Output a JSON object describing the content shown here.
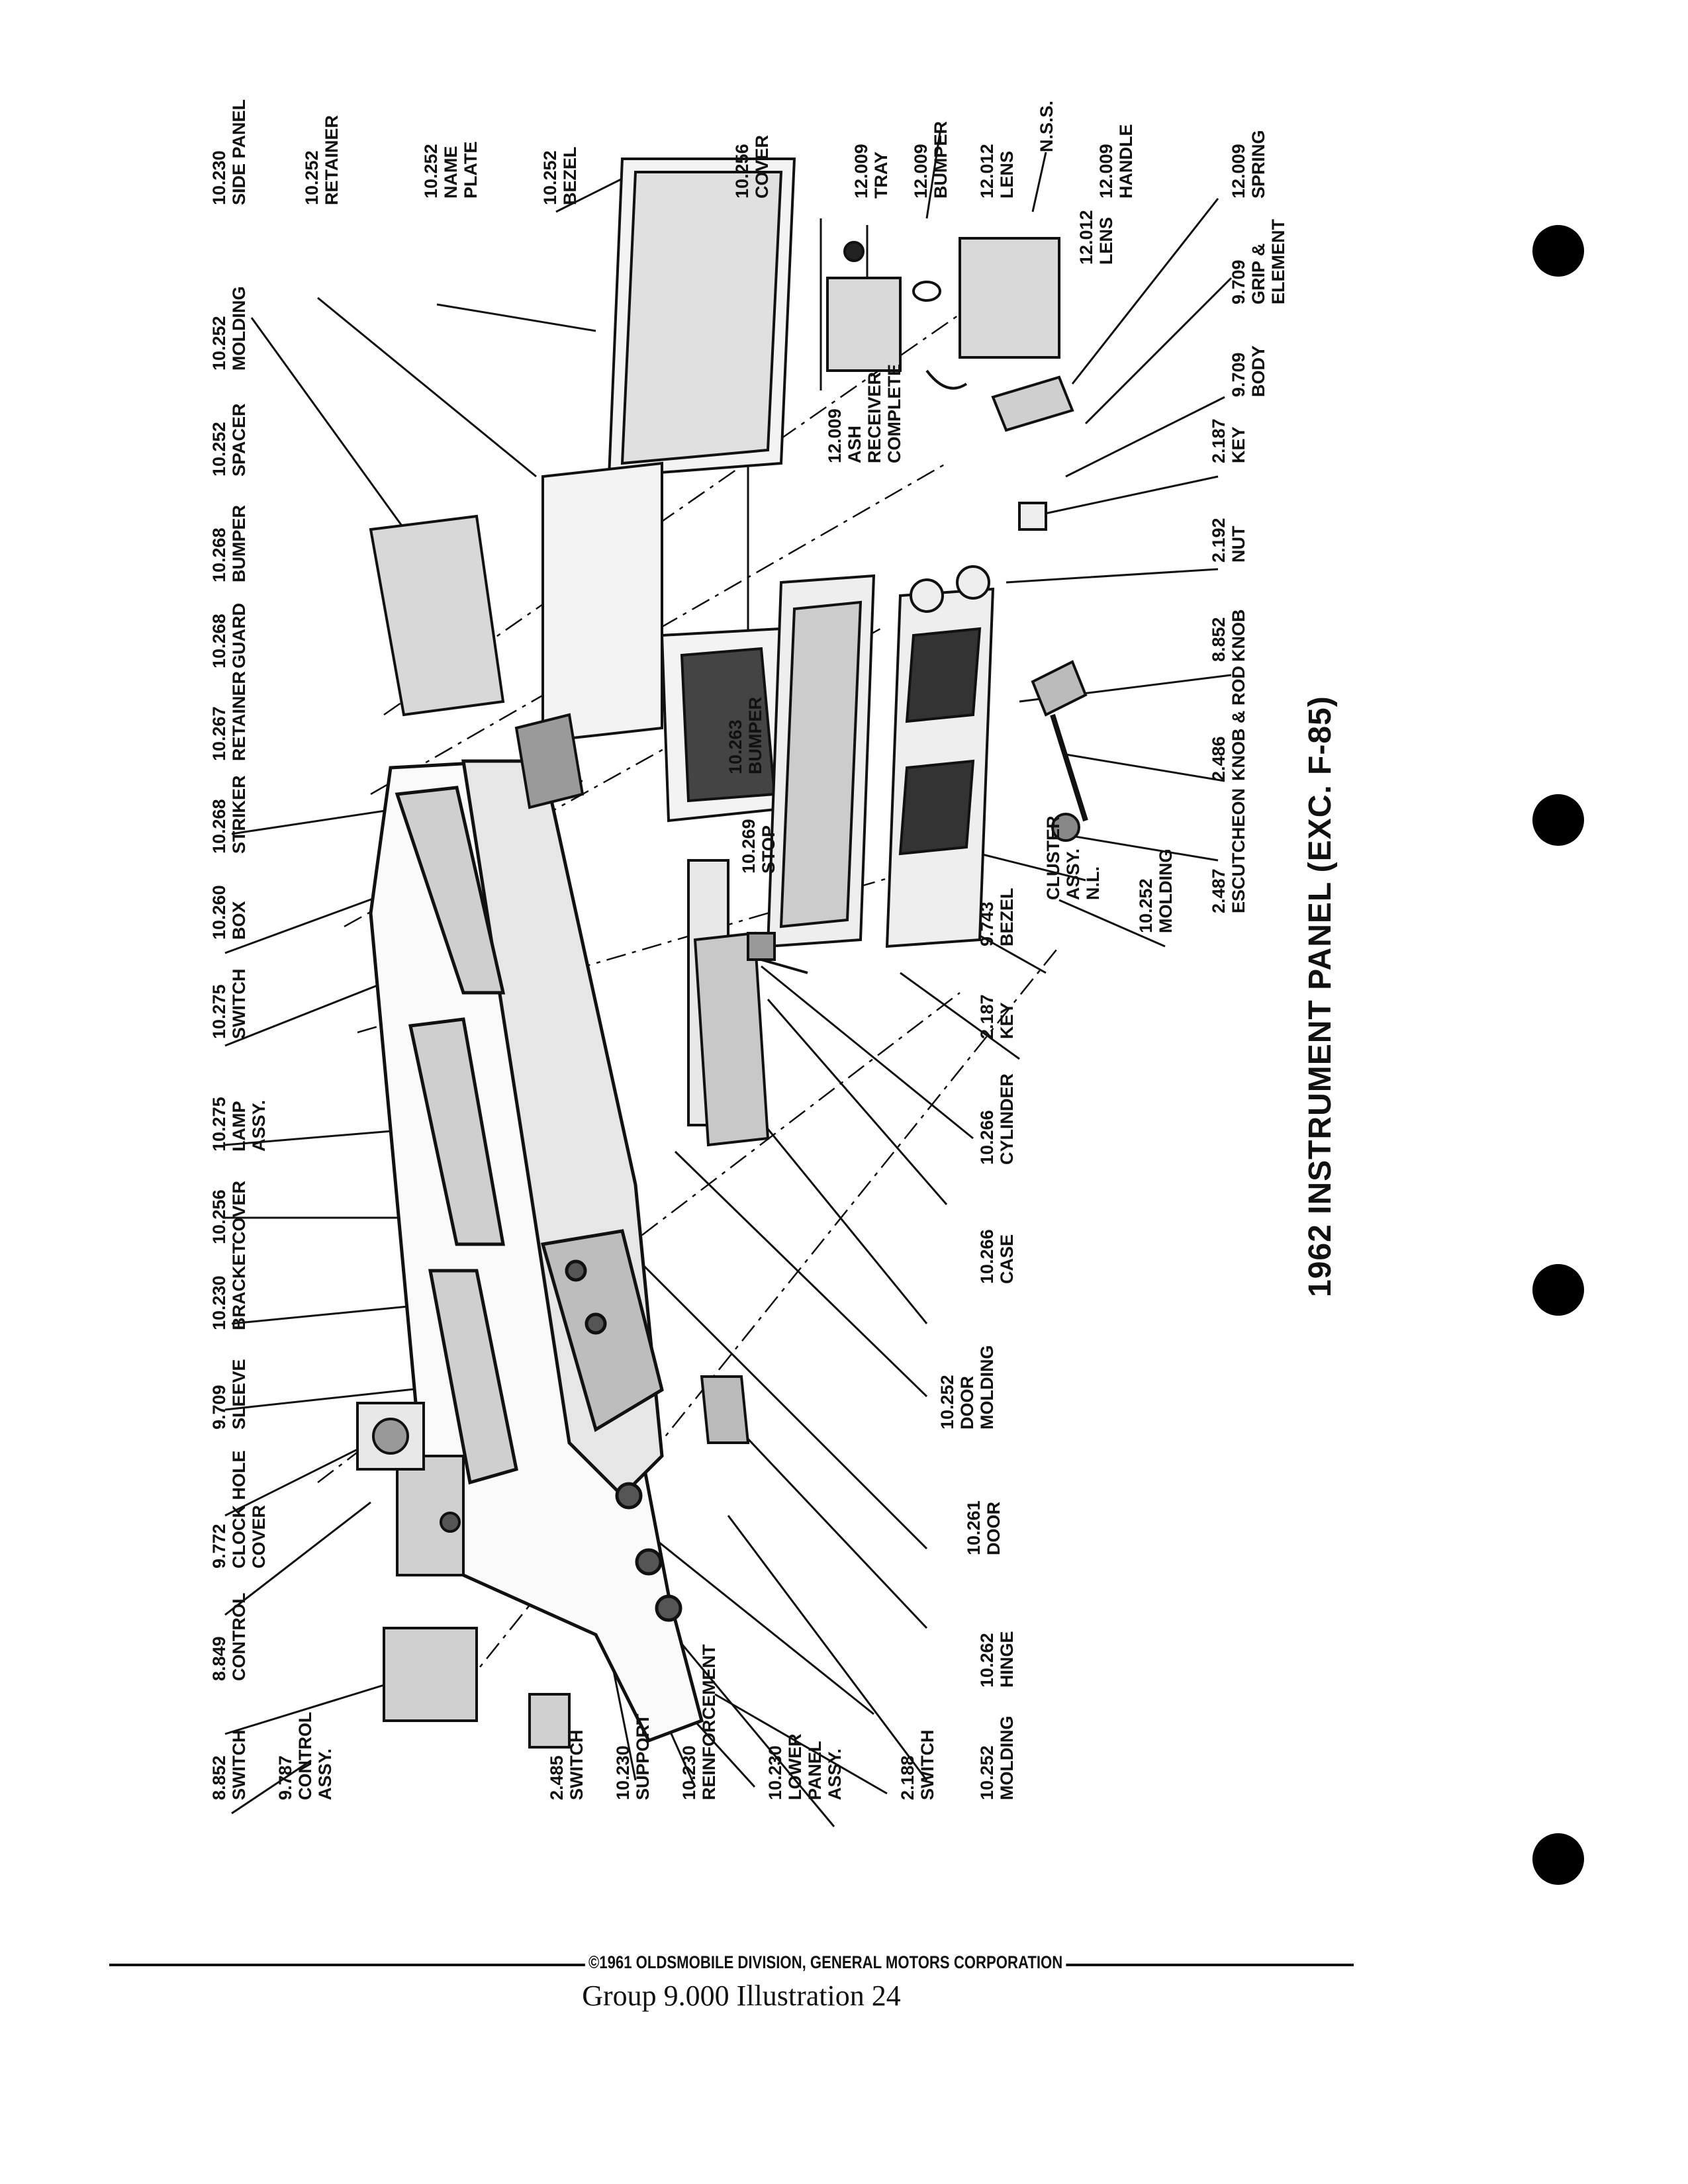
{
  "title": "1962 INSTRUMENT PANEL (EXC. F-85)",
  "footer": {
    "copyright": "©1961 OLDSMOBILE DIVISION, GENERAL MOTORS CORPORATION",
    "caption": "Group 9.000 Illustration 24"
  },
  "callouts": [
    {
      "id": "c01",
      "lines": [
        "10.230",
        "SIDE PANEL"
      ]
    },
    {
      "id": "c02",
      "lines": [
        "10.252",
        "RETAINER"
      ]
    },
    {
      "id": "c03",
      "lines": [
        "10.252",
        "NAME",
        "PLATE"
      ]
    },
    {
      "id": "c04",
      "lines": [
        "10.252",
        "BEZEL"
      ]
    },
    {
      "id": "c05",
      "lines": [
        "10.256",
        "COVER"
      ]
    },
    {
      "id": "c06",
      "lines": [
        "12.009",
        "TRAY"
      ]
    },
    {
      "id": "c07",
      "lines": [
        "12.009",
        "BUMPER"
      ]
    },
    {
      "id": "c08",
      "lines": [
        "12.012",
        "LENS"
      ]
    },
    {
      "id": "c09",
      "lines": [
        "N.S.S."
      ]
    },
    {
      "id": "c10",
      "lines": [
        "12.009",
        "HANDLE"
      ]
    },
    {
      "id": "c11",
      "lines": [
        "12.009",
        "SPRING"
      ]
    },
    {
      "id": "c12",
      "lines": [
        "12.012",
        "LENS"
      ]
    },
    {
      "id": "c13",
      "lines": [
        "9.709",
        "GRIP &",
        "ELEMENT"
      ]
    },
    {
      "id": "c14",
      "lines": [
        "9.709",
        "BODY"
      ]
    },
    {
      "id": "c15",
      "lines": [
        "12.009",
        "ASH",
        "RECEIVER",
        "COMPLETE"
      ]
    },
    {
      "id": "c16",
      "lines": [
        "10.252",
        "MOLDING"
      ]
    },
    {
      "id": "c17",
      "lines": [
        "10.252",
        "SPACER"
      ]
    },
    {
      "id": "c18",
      "lines": [
        "10.268",
        "BUMPER"
      ]
    },
    {
      "id": "c19",
      "lines": [
        "10.268",
        "GUARD"
      ]
    },
    {
      "id": "c20",
      "lines": [
        "10.267",
        "RETAINER"
      ]
    },
    {
      "id": "c21",
      "lines": [
        "10.268",
        "STRIKER"
      ]
    },
    {
      "id": "c22",
      "lines": [
        "10.260",
        "BOX"
      ]
    },
    {
      "id": "c23",
      "lines": [
        "10.275",
        "SWITCH"
      ]
    },
    {
      "id": "c24",
      "lines": [
        "10.275",
        "LAMP",
        "ASSY."
      ]
    },
    {
      "id": "c25",
      "lines": [
        "10.256",
        "COVER"
      ]
    },
    {
      "id": "c26",
      "lines": [
        "10.230",
        "BRACKET"
      ]
    },
    {
      "id": "c27",
      "lines": [
        "9.709",
        "SLEEVE"
      ]
    },
    {
      "id": "c28",
      "lines": [
        "9.772",
        "CLOCK HOLE",
        "COVER"
      ]
    },
    {
      "id": "c29",
      "lines": [
        "8.849",
        "CONTROL"
      ]
    },
    {
      "id": "c30",
      "lines": [
        "8.852",
        "SWITCH"
      ]
    },
    {
      "id": "c31",
      "lines": [
        "9.787",
        "CONTROL",
        "ASSY."
      ]
    },
    {
      "id": "c32",
      "lines": [
        "2.485",
        "SWITCH"
      ]
    },
    {
      "id": "c33",
      "lines": [
        "10.230",
        "SUPPORT"
      ]
    },
    {
      "id": "c34",
      "lines": [
        "10.230",
        "REINFORCEMENT"
      ]
    },
    {
      "id": "c35",
      "lines": [
        "10.230",
        "LOWER",
        "PANEL",
        "ASSY."
      ]
    },
    {
      "id": "c36",
      "lines": [
        "2.188",
        "SWITCH"
      ]
    },
    {
      "id": "c37",
      "lines": [
        "10.252",
        "MOLDING"
      ]
    },
    {
      "id": "c38",
      "lines": [
        "10.262",
        "HINGE"
      ]
    },
    {
      "id": "c39",
      "lines": [
        "10.261",
        "DOOR"
      ]
    },
    {
      "id": "c40",
      "lines": [
        "10.252",
        "DOOR",
        "MOLDING"
      ]
    },
    {
      "id": "c41",
      "lines": [
        "10.266",
        "CASE"
      ]
    },
    {
      "id": "c42",
      "lines": [
        "10.266",
        "CYLINDER"
      ]
    },
    {
      "id": "c43",
      "lines": [
        "2.187",
        "KEY"
      ]
    },
    {
      "id": "c44",
      "lines": [
        "9.743",
        "BEZEL"
      ]
    },
    {
      "id": "c45",
      "lines": [
        "CLUSTER",
        "ASSY.",
        "N.L."
      ]
    },
    {
      "id": "c46",
      "lines": [
        "10.252",
        "MOLDING"
      ]
    },
    {
      "id": "c47",
      "lines": [
        "2.487",
        "ESCUTCHEON"
      ]
    },
    {
      "id": "c48",
      "lines": [
        "2.486",
        "KNOB & ROD"
      ]
    },
    {
      "id": "c49",
      "lines": [
        "8.852",
        "KNOB"
      ]
    },
    {
      "id": "c50",
      "lines": [
        "2.192",
        "NUT"
      ]
    },
    {
      "id": "c51",
      "lines": [
        "2.187",
        "KEY"
      ]
    },
    {
      "id": "c52",
      "lines": [
        "10.263",
        "BUMPER"
      ]
    },
    {
      "id": "c53",
      "lines": [
        "10.269",
        "STOP"
      ]
    }
  ]
}
